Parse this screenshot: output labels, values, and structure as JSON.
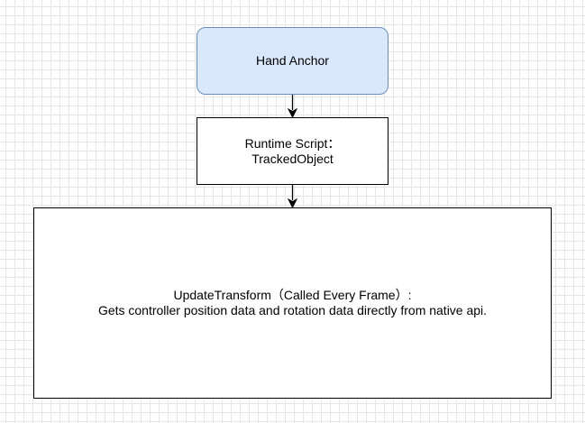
{
  "colors": {
    "anchor_fill": "#dae8fc",
    "anchor_stroke": "#6c8ebf",
    "stroke": "#000000"
  },
  "nodes": {
    "hand_anchor": {
      "label": "Hand Anchor"
    },
    "runtime_script": {
      "label": "Runtime Script：\n TrackedObject"
    },
    "update_transform": {
      "label": "UpdateTransform（Called Every Frame）:\nGets controller position data and rotation data directly from native api."
    }
  },
  "edges": [
    {
      "from": "hand_anchor",
      "to": "runtime_script"
    },
    {
      "from": "runtime_script",
      "to": "update_transform"
    }
  ]
}
